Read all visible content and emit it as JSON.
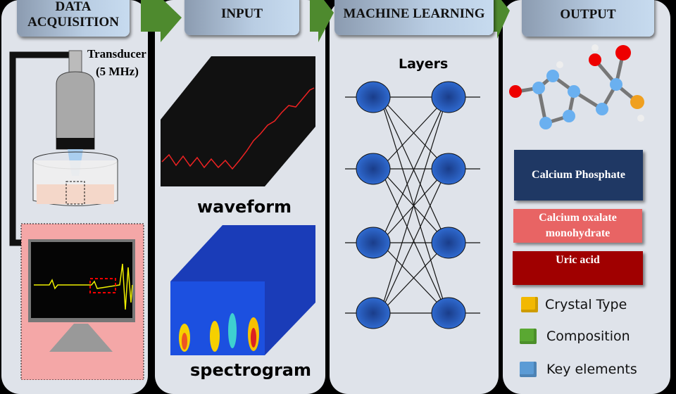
{
  "panels": {
    "acquisition": {
      "title": "DATA ACQUISITION",
      "transducer": "Transducer",
      "frequency": "(5 MHz)"
    },
    "input": {
      "title": "INPUT",
      "waveform": "waveform",
      "spectrogram": "spectrogram"
    },
    "ml": {
      "title": "MACHINE LEARNING",
      "layers": "Layers"
    },
    "output": {
      "title": "OUTPUT",
      "classes": [
        {
          "label": "Calcium Phosphate",
          "color": "#1f3864"
        },
        {
          "label": "Calcium oxalate monohydrate",
          "color": "#e86464"
        },
        {
          "label": "Uric acid",
          "color": "#a00000"
        }
      ],
      "legend": [
        {
          "label": "Crystal Type",
          "color": "#f2b800"
        },
        {
          "label": "Composition",
          "color": "#5aa832"
        },
        {
          "label": "Key elements",
          "color": "#5b9bd5"
        }
      ]
    }
  },
  "colors": {
    "arrow": "#4e8a2e",
    "node": "#2656b0",
    "panel": "#dfe3ea"
  }
}
